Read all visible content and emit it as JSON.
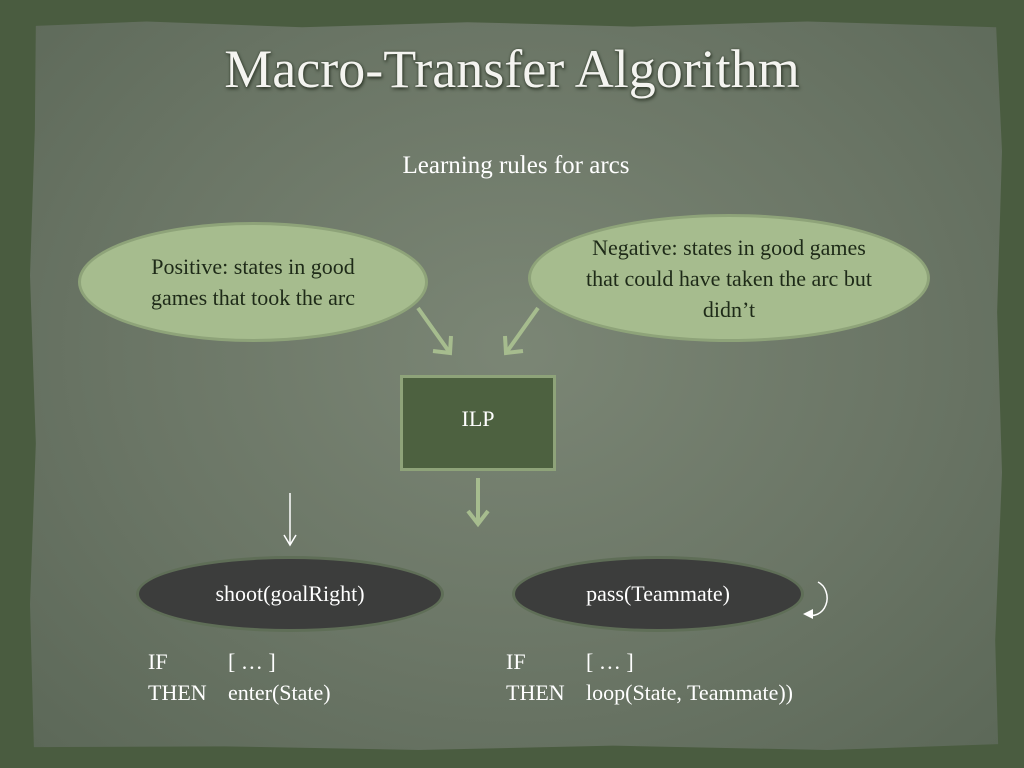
{
  "slide": {
    "title": "Macro-Transfer Algorithm",
    "subtitle": "Learning  rules for arcs"
  },
  "nodes": {
    "positive": "Positive: states in good games that took the arc",
    "negative": "Negative: states in good games that could have taken the arc but didn’t",
    "ilp": "ILP",
    "shoot": "shoot(goalRight)",
    "pass": "pass(Teammate)"
  },
  "rules": {
    "left": {
      "if_keyword": "IF",
      "if_body": "[ … ]",
      "then_keyword": "THEN",
      "then_body": "enter(State)"
    },
    "right": {
      "if_keyword": "IF",
      "if_body": "[ … ]",
      "then_keyword": "THEN",
      "then_body": "loop(State, Teammate))"
    }
  },
  "colors": {
    "background": "#4a5c40",
    "light_ellipse": "#a6bc8e",
    "dark_ellipse": "#3c3d3c",
    "ilp_box": "#4d6140",
    "arrow": "#a6bc8e"
  }
}
